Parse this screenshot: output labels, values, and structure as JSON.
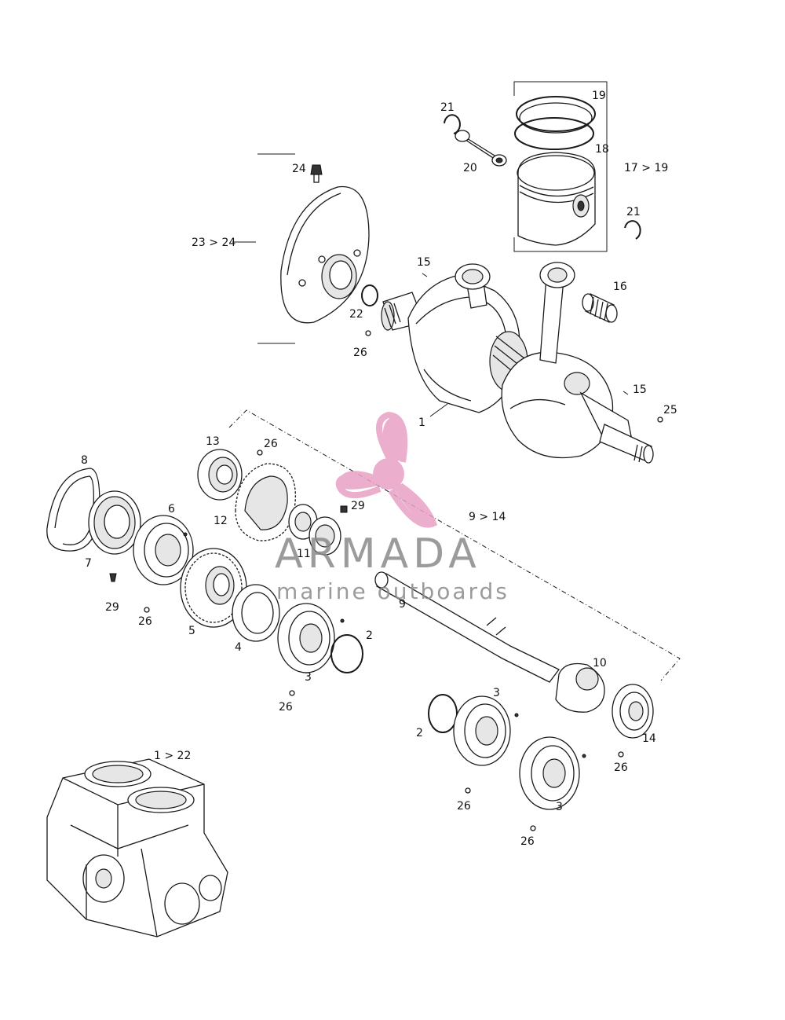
{
  "watermark": {
    "brand": "ARMADA",
    "tagline": "marine outboards",
    "colors": {
      "logo": "#e8a1c4",
      "text": "#8a8a8a"
    }
  },
  "callouts": {
    "c19": "19",
    "c18": "18",
    "c21a": "21",
    "c20": "20",
    "c17_19": "17 > 19",
    "c21b": "21",
    "c24": "24",
    "c23_24": "23 > 24",
    "c15a": "15",
    "c16": "16",
    "c22": "22",
    "c26a": "26",
    "c15b": "15",
    "c25": "25",
    "c1": "1",
    "c13": "13",
    "c26b": "26",
    "c8": "8",
    "c29a": "29",
    "c12": "12",
    "c6": "6",
    "c9_14": "9 > 14",
    "c7": "7",
    "c11": "11",
    "c9": "9",
    "c29b": "29",
    "c26c": "26",
    "c5": "5",
    "c4": "4",
    "c2a": "2",
    "c3a": "3",
    "c26d": "26",
    "c10": "10",
    "c3b": "3",
    "c2b": "2",
    "c14": "14",
    "c26e": "26",
    "c1_22": "1 > 22",
    "c26f": "26",
    "c3c": "3",
    "c26g": "26"
  }
}
